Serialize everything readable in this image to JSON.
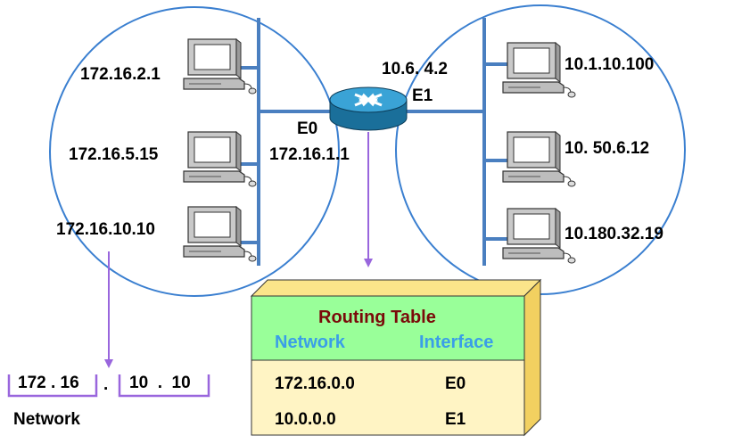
{
  "hosts_left": [
    {
      "ip": "172.16.2.1"
    },
    {
      "ip": "172.16.5.15"
    },
    {
      "ip": "172.16.10.10"
    }
  ],
  "hosts_right": [
    {
      "ip": "10.1.10.100"
    },
    {
      "ip": "10. 50.6.12"
    },
    {
      "ip": "10.180.32.19"
    }
  ],
  "router": {
    "e0_label": "E0",
    "e0_ip": "172.16.1.1",
    "e1_label": "E1",
    "e1_ip": "10.6. 4.2"
  },
  "routing_table": {
    "title": "Routing Table",
    "col_network": "Network",
    "col_interface": "Interface",
    "rows": [
      {
        "network": "172.16.0.0",
        "interface": "E0"
      },
      {
        "network": "10.0.0.0",
        "interface": "E1"
      }
    ]
  },
  "address_breakdown": {
    "network_part": "172 . 16",
    "dot": ".",
    "host_part": "10  .  10",
    "network_label": "Network"
  },
  "colors": {
    "ethernet": "#4a7fc0",
    "arrow": "#9966dd",
    "table_header": "#99ff99",
    "table_body": "#fff4c4",
    "table_side": "#f2d060"
  }
}
